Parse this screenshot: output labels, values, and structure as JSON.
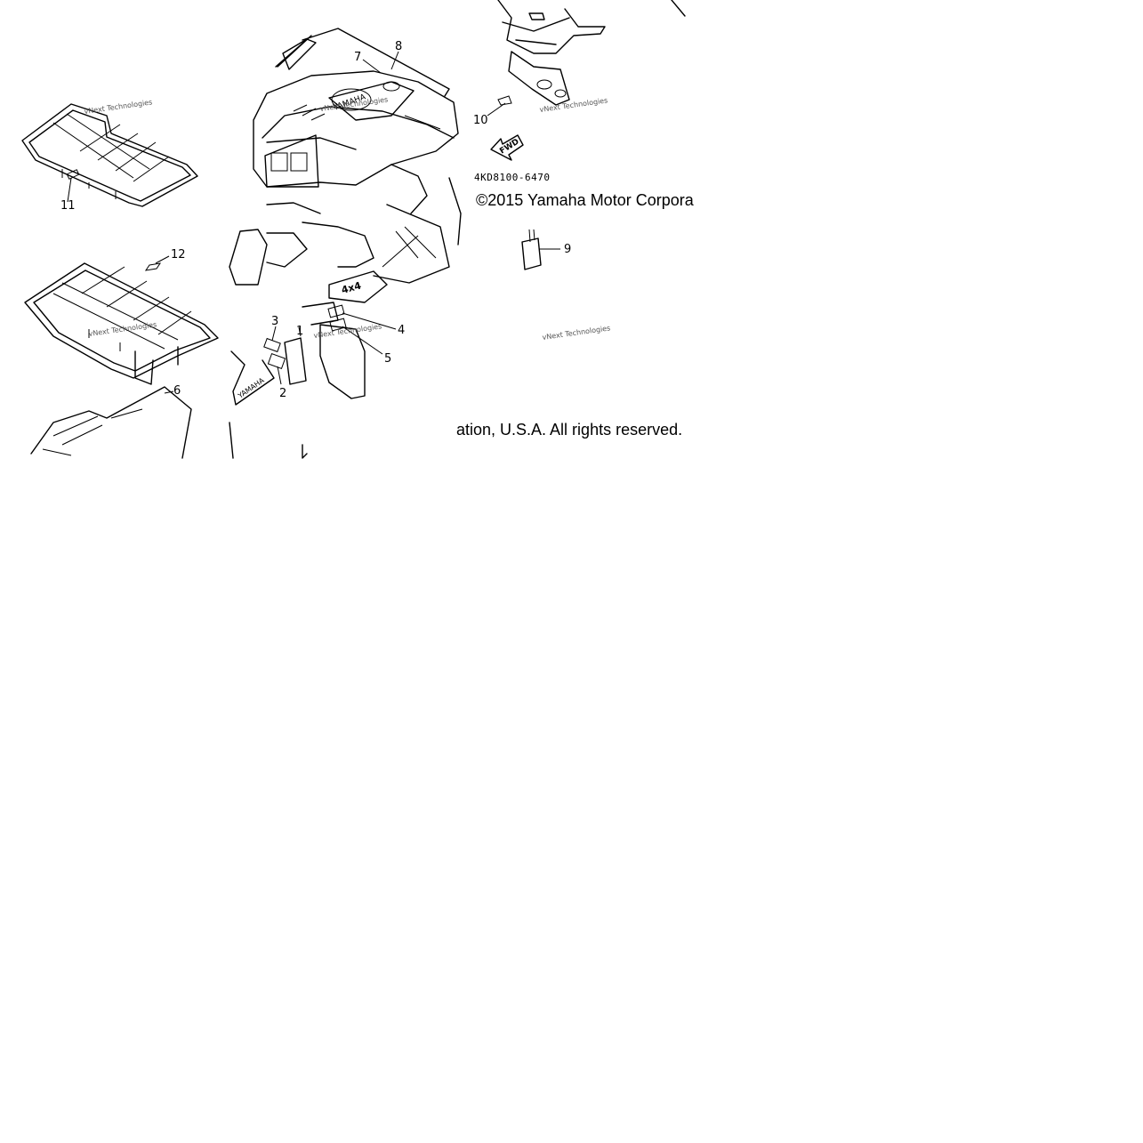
{
  "diagram": {
    "callouts": [
      "1",
      "2",
      "3",
      "4",
      "5",
      "6",
      "7",
      "8",
      "9",
      "10",
      "11",
      "12"
    ],
    "part_number": "4KD8100-6470",
    "copyright_top": "©2015 Yamaha Motor Corpora",
    "copyright_bottom": "ation, U.S.A. All rights reserved.",
    "watermark": "vNext Technologies",
    "fwd_label": "FWD",
    "yamaha_label": "YAMAHA",
    "badge_label": "4x4"
  }
}
